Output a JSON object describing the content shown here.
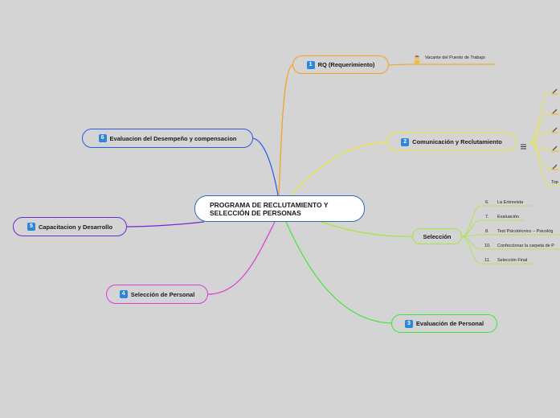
{
  "root": {
    "line1": "PROGRAMA DE RECLUTAMIENTO Y",
    "line2": "SELECCIÓN DE PERSONAS"
  },
  "branches": {
    "rq": {
      "num": "1",
      "label": "RQ (Requerimiento)",
      "color": "#f5a01a"
    },
    "comunicacion": {
      "num": "2",
      "label": "Comunicación y Reclutamiento",
      "color": "#f0ea3a"
    },
    "seleccion": {
      "label": "Selección",
      "color": "#a6e63c"
    },
    "evaluacion": {
      "num": "3",
      "label": "Evaluación de Personal",
      "color": "#3fe63a"
    },
    "seleccion_personal": {
      "num": "4",
      "label": "Selección de Personal",
      "color": "#e03ad6"
    },
    "capacitacion": {
      "num": "5",
      "label": "Capacitacion y Desarrollo",
      "color": "#6a2ad6"
    },
    "evaluacion_desempeno": {
      "num": "6",
      "label": "Evaluacion del Desempeño y compensacion",
      "color": "#2a5ae6"
    }
  },
  "rq_child": {
    "label": "Vacante del Puesto de Trabajo",
    "icon": "person-icon"
  },
  "comunicacion_children": {
    "last_label": "Top",
    "menu_icon": "list-icon",
    "doc_icon": "pencil-doc-icon"
  },
  "seleccion_children": [
    {
      "num": "6.",
      "label": "La Entrevista"
    },
    {
      "num": "7.",
      "label": "Evaluación"
    },
    {
      "num": "8.",
      "label": "Test Psicotécnico – Psicológ"
    },
    {
      "num": "10.",
      "label": "Confeccionar la carpeta de P"
    },
    {
      "num": "11.",
      "label": "Selección Final"
    }
  ]
}
